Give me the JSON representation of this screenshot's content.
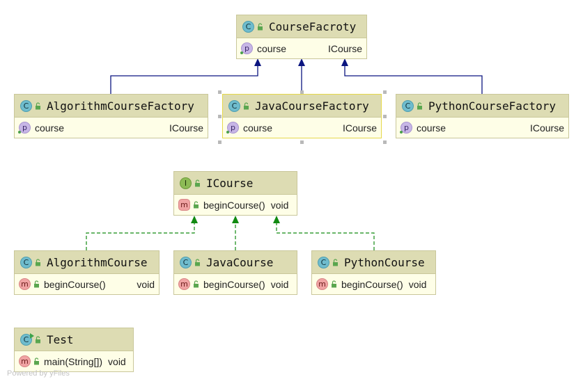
{
  "diagram": {
    "nodes": {
      "course_factory": {
        "kind_glyph": "C",
        "title": "CourseFacroty",
        "rows": [
          {
            "badge": "p",
            "name": "course",
            "type": "ICourse"
          }
        ]
      },
      "algorithm_course_factory": {
        "kind_glyph": "C",
        "title": "AlgorithmCourseFactory",
        "rows": [
          {
            "badge": "p",
            "name": "course",
            "type": "ICourse"
          }
        ]
      },
      "java_course_factory": {
        "kind_glyph": "C",
        "title": "JavaCourseFactory",
        "rows": [
          {
            "badge": "p",
            "name": "course",
            "type": "ICourse"
          }
        ]
      },
      "python_course_factory": {
        "kind_glyph": "C",
        "title": "PythonCourseFactory",
        "rows": [
          {
            "badge": "p",
            "name": "course",
            "type": "ICourse"
          }
        ]
      },
      "icourse": {
        "kind_glyph": "I",
        "title": "ICourse",
        "rows": [
          {
            "badge": "m",
            "name": "beginCourse()",
            "type": "void"
          }
        ]
      },
      "algorithm_course": {
        "kind_glyph": "C",
        "title": "AlgorithmCourse",
        "rows": [
          {
            "badge": "m",
            "name": "beginCourse()",
            "type": "void"
          }
        ]
      },
      "java_course": {
        "kind_glyph": "C",
        "title": "JavaCourse",
        "rows": [
          {
            "badge": "m",
            "name": "beginCourse()",
            "type": "void"
          }
        ]
      },
      "python_course": {
        "kind_glyph": "C",
        "title": "PythonCourse",
        "rows": [
          {
            "badge": "m",
            "name": "beginCourse()",
            "type": "void"
          }
        ]
      },
      "test": {
        "kind_glyph": "C",
        "title": "Test",
        "rows": [
          {
            "badge": "m",
            "name": "main(String[])",
            "type": "void"
          }
        ]
      }
    },
    "edges": [
      {
        "from": "algorithm_course_factory",
        "to": "course_factory",
        "kind": "extends"
      },
      {
        "from": "java_course_factory",
        "to": "course_factory",
        "kind": "extends"
      },
      {
        "from": "python_course_factory",
        "to": "course_factory",
        "kind": "extends"
      },
      {
        "from": "algorithm_course",
        "to": "icourse",
        "kind": "implements"
      },
      {
        "from": "java_course",
        "to": "icourse",
        "kind": "implements"
      },
      {
        "from": "python_course",
        "to": "icourse",
        "kind": "implements"
      }
    ],
    "colors": {
      "extends_line": "#0b1580",
      "implements_line": "#118a11",
      "header_bg": "#dddcb3",
      "body_bg": "#fefee7",
      "border": "#c9c79a",
      "selected_border": "#e6d84a"
    },
    "watermark": "Powered by yFiles"
  }
}
